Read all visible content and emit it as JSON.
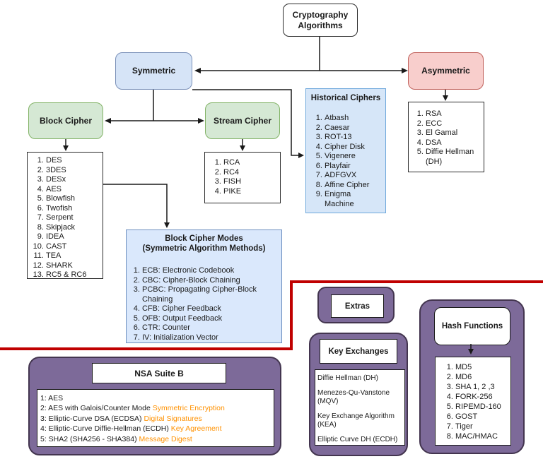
{
  "root": {
    "label": "Cryptography Algorithms"
  },
  "symmetric": {
    "label": "Symmetric"
  },
  "asymmetric": {
    "label": "Asymmetric",
    "items": [
      "RSA",
      "ECC",
      "El Gamal",
      "DSA",
      "Diffie Hellman (DH)"
    ]
  },
  "block_cipher": {
    "label": "Block Cipher",
    "items": [
      "DES",
      "3DES",
      "DESx",
      "AES",
      "Blowfish",
      "Twofish",
      "Serpent",
      "Skipjack",
      "IDEA",
      "CAST",
      "TEA",
      "SHARK",
      "RC5 & RC6"
    ]
  },
  "stream_cipher": {
    "label": "Stream Cipher",
    "items": [
      "RCA",
      "RC4",
      "FISH",
      "PIKE"
    ]
  },
  "historical": {
    "title": "Historical Ciphers",
    "items": [
      "Atbash",
      "Caesar",
      "ROT-13",
      "Cipher Disk",
      "Vigenere",
      "Playfair",
      "ADFGVX",
      "Affine Cipher",
      "Enigma Machine"
    ]
  },
  "modes": {
    "title_line1": "Block Cipher Modes",
    "title_line2": "(Symmetric Algorithm Methods)",
    "items": [
      "ECB: Electronic Codebook",
      "CBC: Cipher-Block Chaining",
      "PCBC: Propagating Cipher-Block Chaining",
      "CFB: Cipher Feedback",
      "OFB: Output Feedback",
      "CTR: Counter",
      "IV: Initialization Vector"
    ]
  },
  "nsa": {
    "title": "NSA Suite B",
    "items": [
      {
        "text": "1: AES",
        "highlight": ""
      },
      {
        "text": "2: AES with Galois/Counter Mode ",
        "highlight": "Symmetric Encryption"
      },
      {
        "text": "3: Elliptic-Curve DSA (ECDSA) ",
        "highlight": "Digital Signatures"
      },
      {
        "text": "4: Elliptic-Curve Diffie-Hellman (ECDH) ",
        "highlight": "Key Agreement"
      },
      {
        "text": "5: SHA2 (SHA256 - SHA384) ",
        "highlight": "Message Digest"
      }
    ]
  },
  "extras": {
    "title": "Extras"
  },
  "key_exchanges": {
    "title": "Key Exchanges",
    "items": [
      "Diffie Hellman (DH)",
      "Menezes-Qu-Vanstone (MQV)",
      "Key Exchange Algorithm (KEA)",
      "Elliptic Curve DH (ECDH)"
    ]
  },
  "hash_functions": {
    "title": "Hash Functions",
    "items": [
      "MD5",
      "MD6",
      "SHA 1, 2 ,3",
      "FORK-256",
      "RIPEMD-160",
      "GOST",
      "Tiger",
      "MAC/HMAC"
    ]
  },
  "colors": {
    "symmetric_fill": "#d6e4f7",
    "asymmetric_fill": "#f8cecc",
    "cipher_fill": "#d5e8d4",
    "panel_fill": "#dae8fc",
    "purple_fill": "#7d6a99",
    "divider_red": "#c00000",
    "highlight_orange": "#ff9100"
  }
}
